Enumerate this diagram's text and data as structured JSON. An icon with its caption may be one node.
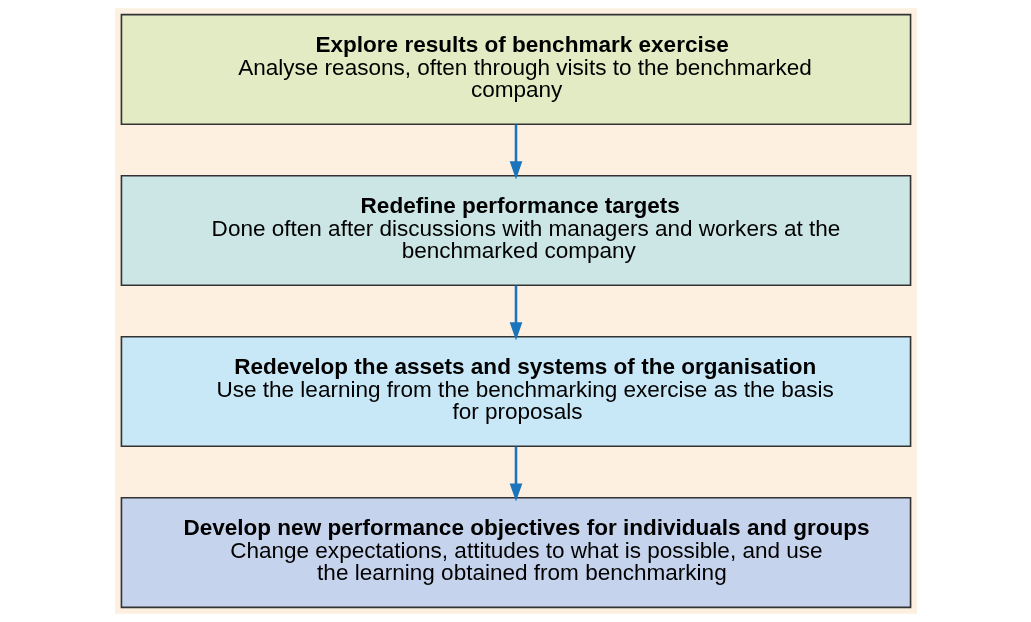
{
  "diagram": {
    "nodes": [
      {
        "text": [
          "Explore results of benchmark exercise",
          "Analyse reasons, often through visits to the benchmarked company"
        ]
      },
      {
        "text": [
          "Redefine performance targets",
          "Done often after discussions with managers and workers at the benchmarked company"
        ]
      },
      {
        "text": [
          "Redevelop the assets and systems of the organisation",
          "Use the learning from the benchmarking exercise as the basis for proposals"
        ]
      },
      {
        "text": [
          "Develop new performance objectives for individuals and groups",
          "Change expectations, attitudes to what is possible, and use the learning obtained from benchmarking"
        ]
      }
    ],
    "edges": [
      {
        "from": 0,
        "to": 1,
        "arrow": "to"
      },
      {
        "from": 1,
        "to": 2,
        "arrow": "to"
      },
      {
        "from": 2,
        "to": 3,
        "arrow": "to"
      }
    ]
  }
}
